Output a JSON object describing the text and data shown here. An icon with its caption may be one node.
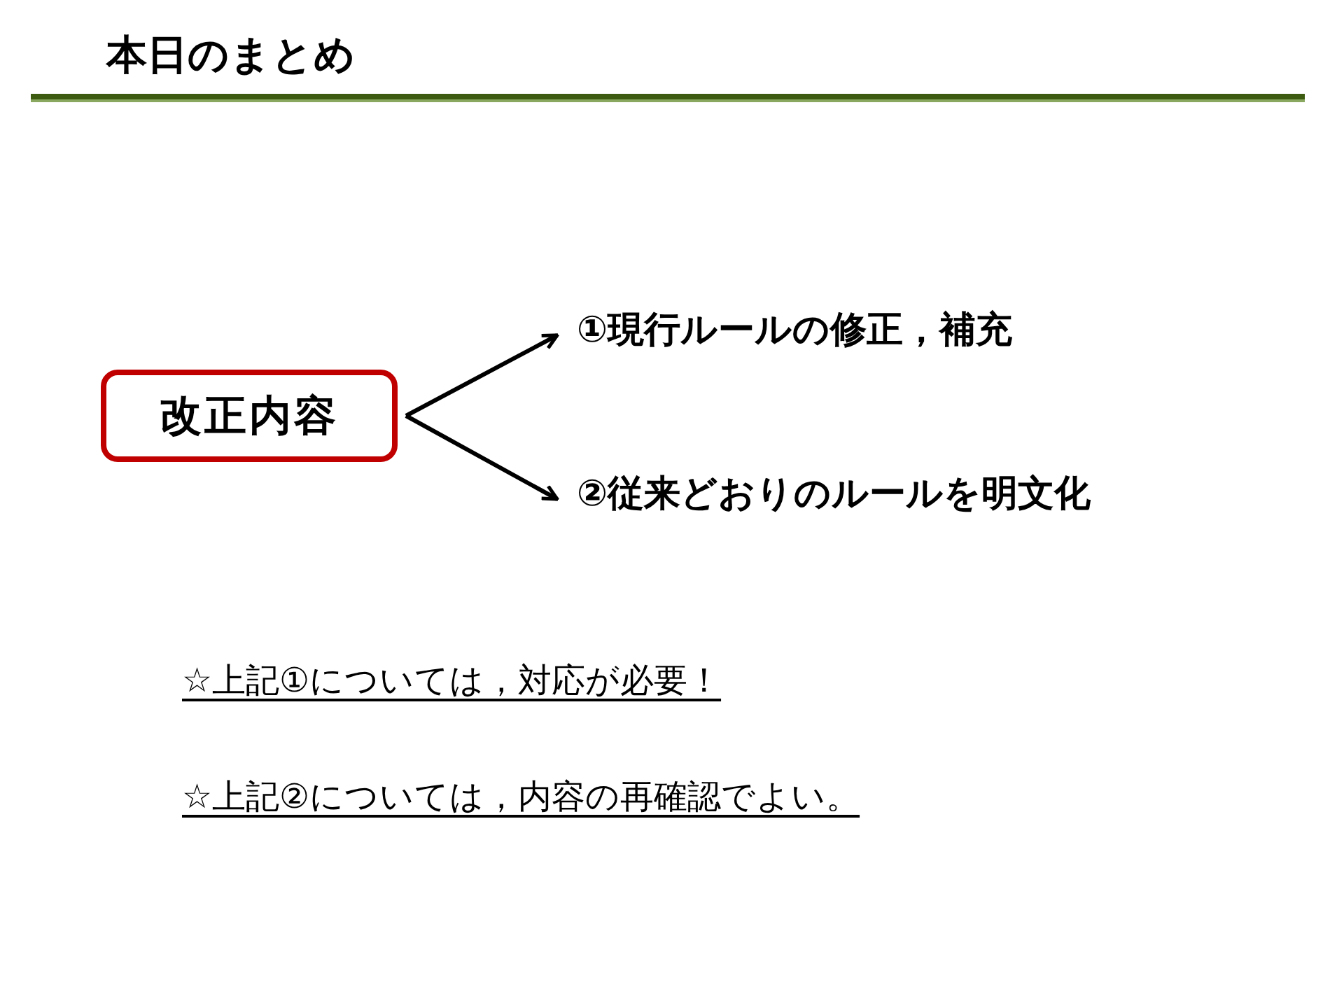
{
  "diagram": {
    "title": "本日のまとめ",
    "nodes": [
      {
        "text": [
          "改正内容"
        ]
      },
      {
        "text": [
          "①現行ルールの修正，補充"
        ]
      },
      {
        "text": [
          "②従来どおりのルールを明文化"
        ]
      }
    ],
    "edges": [
      {
        "from": 0,
        "to": 1,
        "arrow": "to"
      },
      {
        "from": 0,
        "to": 2,
        "arrow": "to"
      }
    ],
    "labels": [
      "☆上記①については，対応が必要！",
      "☆上記②については，内容の再確認でよい。"
    ]
  }
}
